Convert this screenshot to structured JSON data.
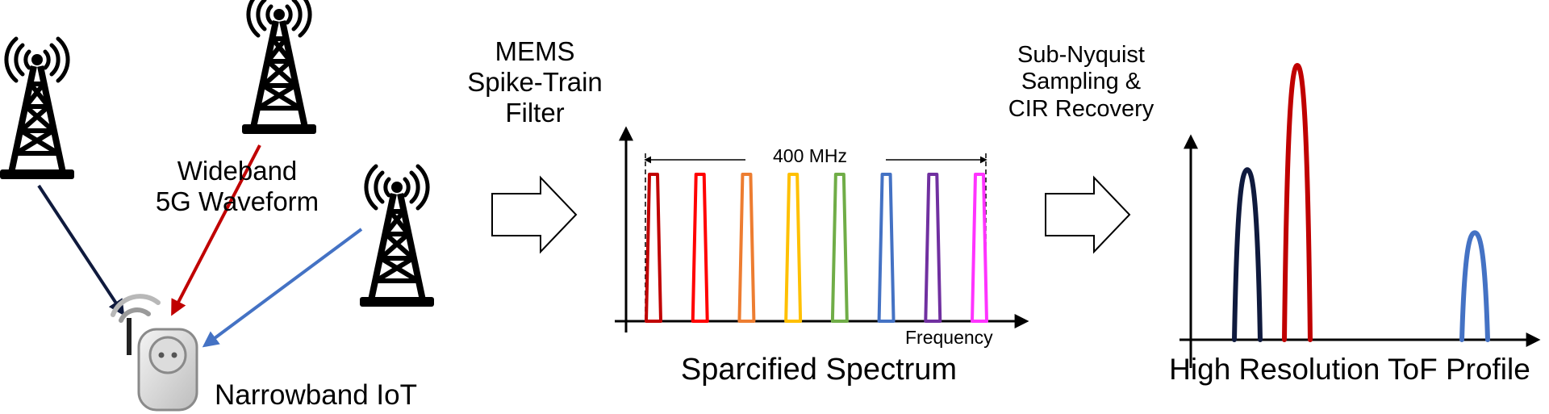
{
  "labels": {
    "wideband_line1": "Wideband",
    "wideband_line2": "5G Waveform",
    "narrowband": "Narrowband IoT",
    "mems_line1": "MEMS",
    "mems_line2": "Spike-Train",
    "mems_line3": "Filter",
    "subnyquist_line1": "Sub-Nyquist",
    "subnyquist_line2": "Sampling &",
    "subnyquist_line3": "CIR Recovery",
    "bandwidth": "400 MHz",
    "frequency_axis": "Frequency",
    "sparsified_title": "Sparcified Spectrum",
    "tof_title": "High Resolution ToF Profile"
  },
  "icons": {
    "tower": "cell-tower-icon",
    "iot": "iot-device-icon"
  },
  "colors": {
    "tower_left_link": "#0f1a3d",
    "tower_top_link": "#c00000",
    "tower_right_link": "#4472c4",
    "spikes": [
      "#c00000",
      "#ff0000",
      "#ed7d31",
      "#ffc000",
      "#70ad47",
      "#4472c4",
      "#7030a0",
      "#ff33ff"
    ],
    "tof_peaks": [
      "#0f1a3d",
      "#c00000",
      "#4472c4"
    ]
  },
  "tof_profile": {
    "peak_heights_relative": [
      0.62,
      1.0,
      0.39
    ]
  }
}
